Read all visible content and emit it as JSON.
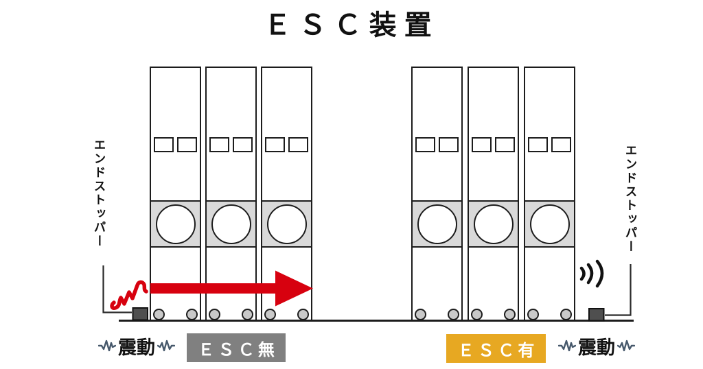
{
  "title": "ＥＳＣ装置",
  "left_scene": {
    "end_stopper_label": "エンドストッパー",
    "vibration_label": "震動",
    "badge_label": "ＥＳＣ無",
    "cabinet_count": 3
  },
  "right_scene": {
    "end_stopper_label": "エンドストッパー",
    "vibration_label": "震動",
    "badge_label": "ＥＳＣ有",
    "cabinet_count": 3
  },
  "icons": {
    "vibration_pulse": "zigzag-pulse-wave",
    "impact_scribble": "red-impact-scribble",
    "slide_arrow": "thick-right-red-arrow",
    "damped_waves": "triple-arc-vibration-waves"
  },
  "colors": {
    "arrow_red": "#d7010f",
    "badge_without_esc_bg": "#808080",
    "badge_with_esc_bg": "#e7a822",
    "band_gray": "#d9d9d9",
    "wheel_gray": "#c9c9c9",
    "wave_icon": "#46586b",
    "line_black": "#1c1c1c"
  }
}
